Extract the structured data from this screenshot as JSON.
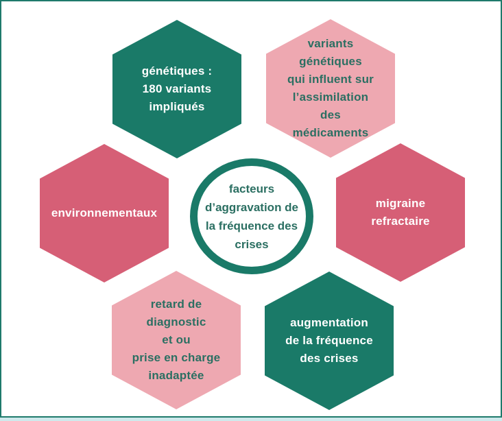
{
  "diagram": {
    "colors": {
      "teal": "#1a7a68",
      "rose": "#d65f76",
      "pink": "#eea8b1",
      "teal_text": "#2b6f62",
      "border": "#1e7a6b",
      "bottom_strip": "#cfe9ec"
    },
    "center": {
      "lines": [
        "facteurs",
        "d’aggravation de",
        "la fréquence des",
        "crises"
      ]
    },
    "hexagons": {
      "genetics": {
        "color": "#1a7a68",
        "lines": [
          "génétiques :",
          "180 variants",
          "impliqués"
        ]
      },
      "variants": {
        "color": "#eea8b1",
        "lines": [
          "variants",
          "génétiques",
          "qui influent sur",
          "l’assimilation",
          "des",
          "médicaments"
        ]
      },
      "environment": {
        "color": "#d65f76",
        "lines": [
          "environnementaux"
        ]
      },
      "refractory": {
        "color": "#d65f76",
        "lines": [
          "migraine",
          "refractaire"
        ]
      },
      "delay": {
        "color": "#eea8b1",
        "lines": [
          "retard de",
          "diagnostic",
          "et ou",
          "prise en charge",
          "inadaptée"
        ]
      },
      "frequency": {
        "color": "#1a7a68",
        "lines": [
          "augmentation",
          "de la fréquence",
          "des crises"
        ]
      }
    }
  }
}
